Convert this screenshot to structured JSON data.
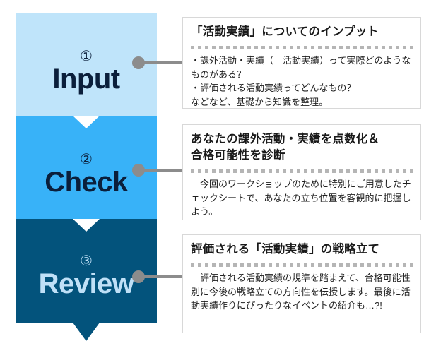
{
  "diagram": {
    "type": "three-step-vertical-chevron-flow",
    "colors": {
      "step1_fill": "#bfe4fa",
      "step2_fill": "#38b2f8",
      "step3_fill": "#03537c",
      "step1_text": "#0b1f3b",
      "step2_text": "#0b1f3b",
      "step3_text": "#bfe0f7",
      "connector": "#8c8c8c",
      "card_border": "#d8d8d8",
      "card_background": "#ffffff",
      "divider": "#b5b5b5",
      "title_text": "#1a1a1a",
      "body_text": "#1f1f1f"
    },
    "steps": [
      {
        "number": "①",
        "word": "Input",
        "card": {
          "title": "「活動実績」についてのインプット",
          "body": "・課外活動・実績（＝活動実績）って実際どのようなものがある？\n・評価される活動実績ってどんなもの？\nなどなど、基礎から知識を整理。"
        }
      },
      {
        "number": "②",
        "word": "Check",
        "card": {
          "title": "あなたの課外活動・実績を点数化＆\n合格可能性を診断",
          "body": "　今回のワークショップのために特別にご用意したチェックシートで、あなたの立ち位置を客観的に把握しよう。"
        }
      },
      {
        "number": "③",
        "word": "Review",
        "card": {
          "title": "評価される「活動実績」の戦略立て",
          "body": "　評価される活動実績の規準を踏まえて、合格可能性別に今後の戦略立ての方向性を伝授します。最後に活動実績作りにぴったりなイベントの紹介も…?!"
        }
      }
    ]
  }
}
